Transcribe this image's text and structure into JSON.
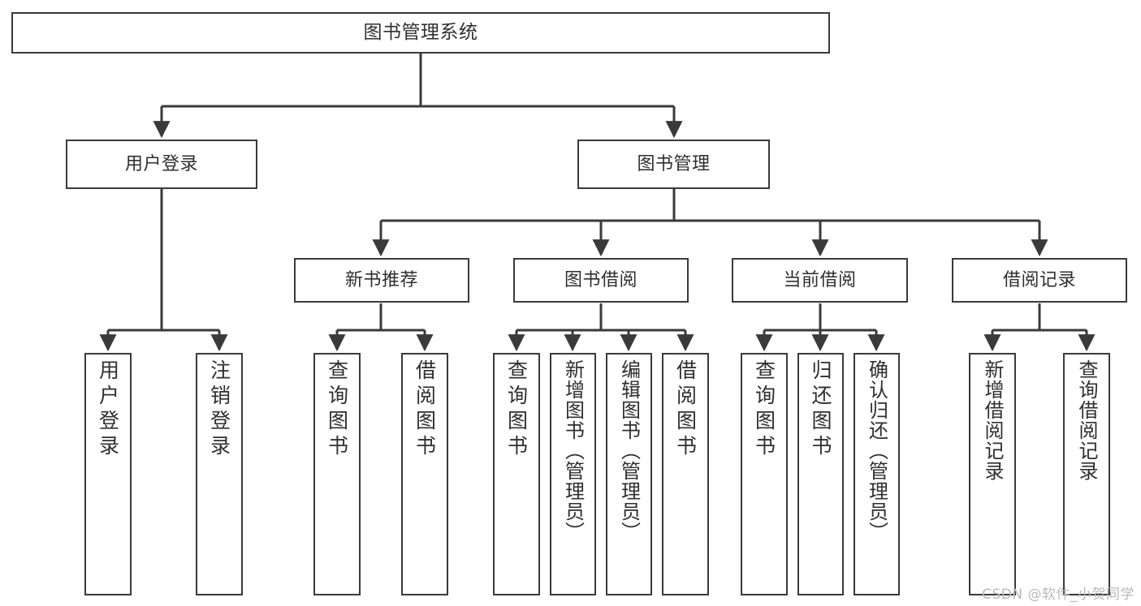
{
  "diagram": {
    "title": "图书管理系统",
    "type": "functional-structure-tree",
    "watermark": "CSDN @软件_小贺同学",
    "colors": {
      "box_border": "#3a3a3a",
      "box_fill": "#ffffff",
      "text": "#2f2f2f",
      "edge": "#3a3a3a",
      "watermark": "#b9b9b9",
      "background": "#ffffff"
    }
  },
  "nodes": {
    "root": {
      "label": "图书管理系统",
      "orientation": "horizontal",
      "level": 0
    },
    "l1": [
      {
        "id": "user-login",
        "label": "用户登录",
        "orientation": "horizontal",
        "level": 1
      },
      {
        "id": "book-manage",
        "label": "图书管理",
        "orientation": "horizontal",
        "level": 1
      }
    ],
    "l2": [
      {
        "id": "new-book-recommend",
        "label": "新书推荐",
        "orientation": "horizontal",
        "level": 2,
        "parent": "book-manage"
      },
      {
        "id": "book-borrow",
        "label": "图书借阅",
        "orientation": "horizontal",
        "level": 2,
        "parent": "book-manage"
      },
      {
        "id": "current-borrow",
        "label": "当前借阅",
        "orientation": "horizontal",
        "level": 2,
        "parent": "book-manage"
      },
      {
        "id": "borrow-record",
        "label": "借阅记录",
        "orientation": "horizontal",
        "level": 2,
        "parent": "book-manage"
      }
    ],
    "leaves": [
      {
        "id": "leaf-user-login",
        "label": "用户登录",
        "orientation": "vertical",
        "parent": "user-login"
      },
      {
        "id": "leaf-user-logout",
        "label": "注销登录",
        "orientation": "vertical",
        "parent": "user-login"
      },
      {
        "id": "leaf-query-book-rec",
        "label": "查询图书",
        "orientation": "vertical",
        "parent": "new-book-recommend"
      },
      {
        "id": "leaf-borrow-book-rec",
        "label": "借阅图书",
        "orientation": "vertical",
        "parent": "new-book-recommend"
      },
      {
        "id": "leaf-query-book-bor",
        "label": "查询图书",
        "orientation": "vertical",
        "parent": "book-borrow"
      },
      {
        "id": "leaf-add-book",
        "label": "新增图书（管理员）",
        "orientation": "vertical",
        "parent": "book-borrow"
      },
      {
        "id": "leaf-edit-book",
        "label": "编辑图书（管理员）",
        "orientation": "vertical",
        "parent": "book-borrow"
      },
      {
        "id": "leaf-borrow-book-bor",
        "label": "借阅图书",
        "orientation": "vertical",
        "parent": "book-borrow"
      },
      {
        "id": "leaf-query-book-cur",
        "label": "查询图书",
        "orientation": "vertical",
        "parent": "current-borrow"
      },
      {
        "id": "leaf-return-book",
        "label": "归还图书",
        "orientation": "vertical",
        "parent": "current-borrow"
      },
      {
        "id": "leaf-confirm-return",
        "label": "确认归还（管理员）",
        "orientation": "vertical",
        "parent": "current-borrow"
      },
      {
        "id": "leaf-add-record",
        "label": "新增借阅记录",
        "orientation": "vertical",
        "parent": "borrow-record"
      },
      {
        "id": "leaf-query-record",
        "label": "查询借阅记录",
        "orientation": "vertical",
        "parent": "borrow-record"
      }
    ]
  }
}
